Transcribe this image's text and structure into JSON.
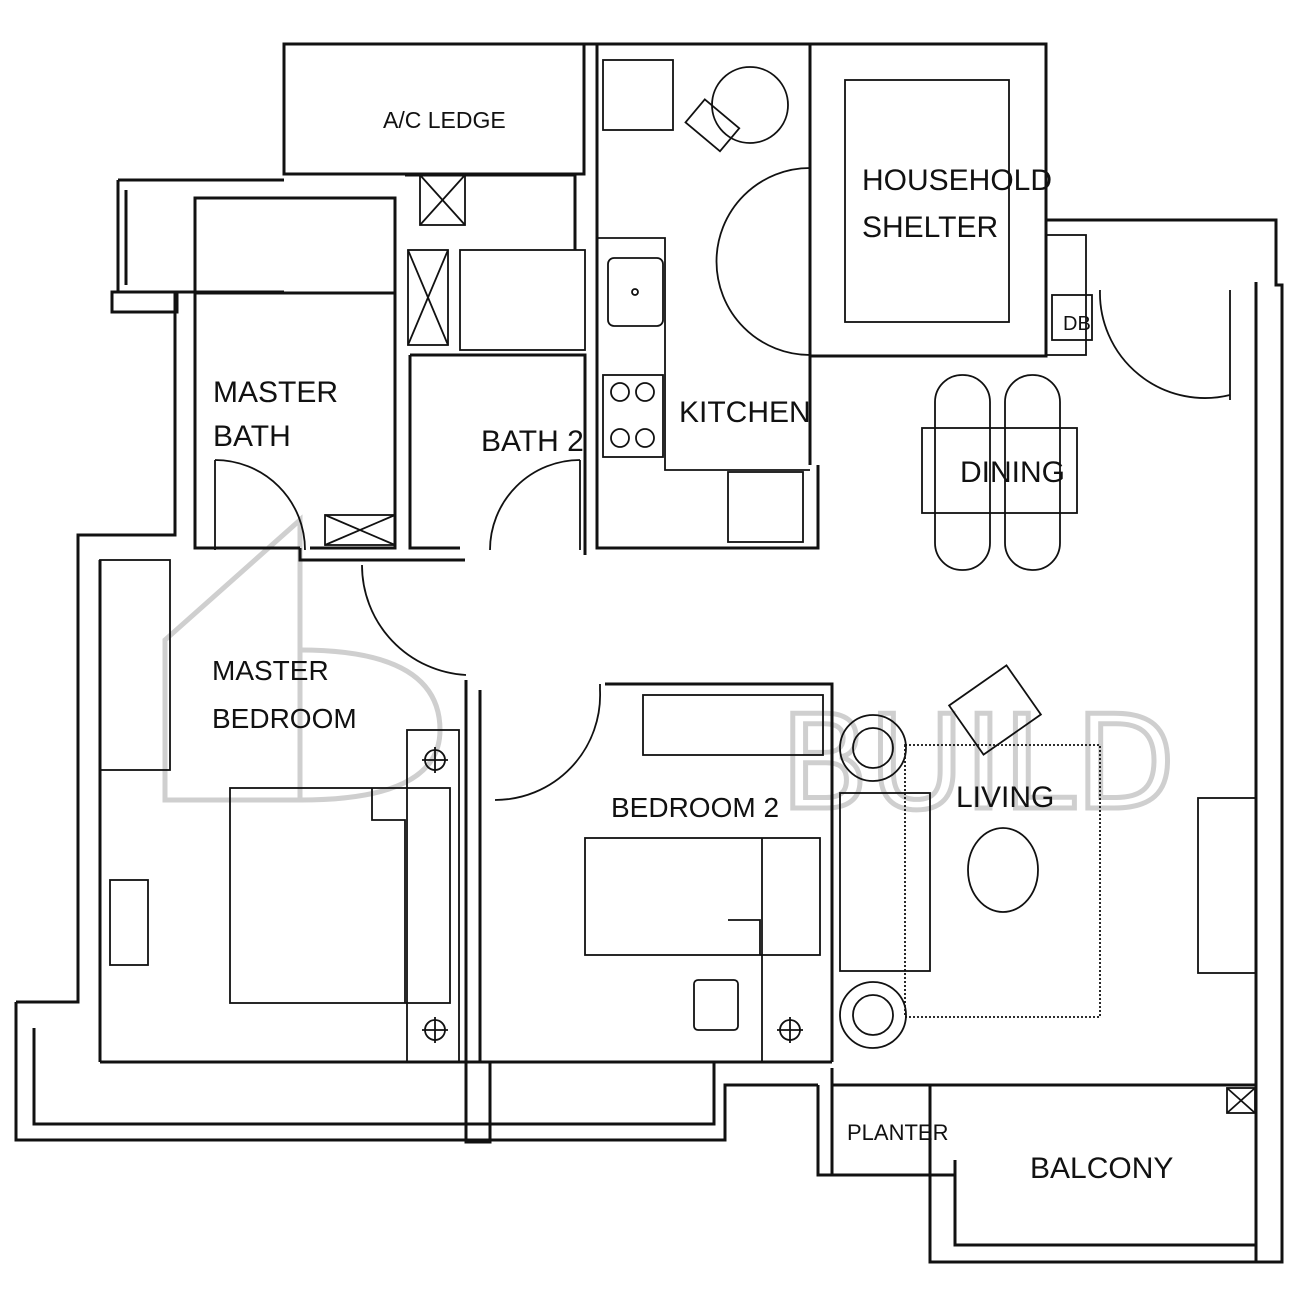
{
  "rooms": {
    "ac_ledge": "A/C LEDGE",
    "household": "HOUSEHOLD",
    "shelter": "SHELTER",
    "db": "DB",
    "master_bath_1": "MASTER",
    "master_bath_2": "BATH",
    "bath2": "BATH 2",
    "kitchen": "KITCHEN",
    "dining": "DINING",
    "master_bedroom_1": "MASTER",
    "master_bedroom_2": "BEDROOM",
    "bedroom2": "BEDROOM 2",
    "living": "LIVING",
    "planter": "PLANTER",
    "balcony": "BALCONY"
  },
  "watermark": "BUILD"
}
